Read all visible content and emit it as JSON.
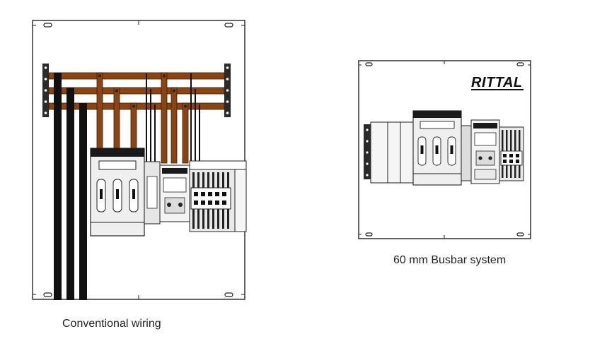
{
  "panels": {
    "conventional": {
      "caption": "Conventional wiring"
    },
    "busbar": {
      "caption": "60 mm Busbar system",
      "brand": "RITTAL"
    }
  },
  "colors": {
    "copper": "#8B4513",
    "outline": "#222222",
    "cable": "#111111",
    "device_gray": "#e6e6e6"
  }
}
